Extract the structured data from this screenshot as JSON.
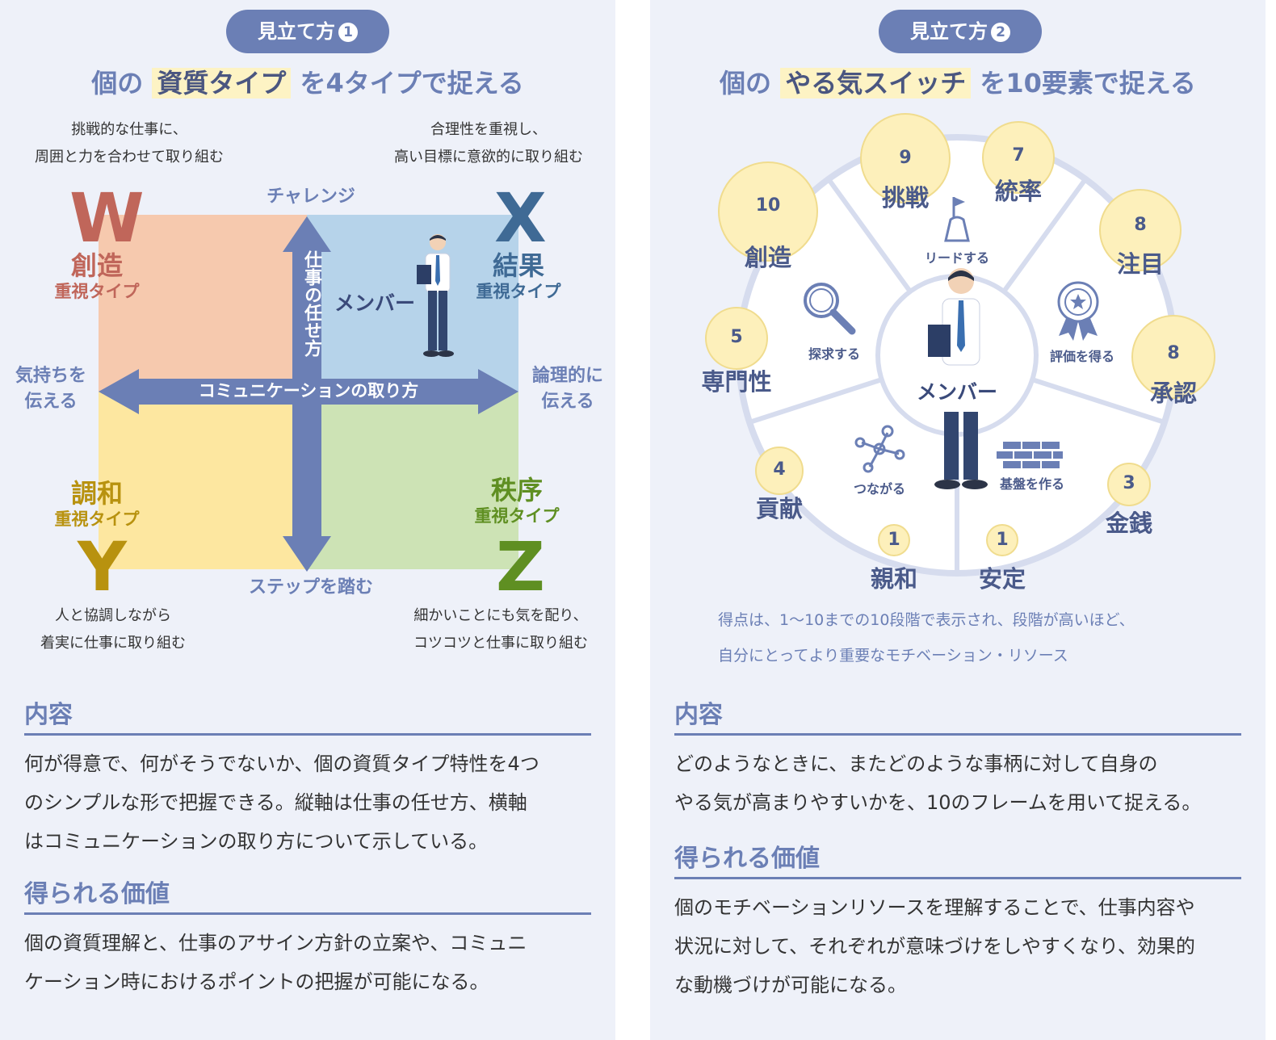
{
  "left": {
    "badge_label": "見立て方",
    "badge_num": "1",
    "headline_pre": "個の",
    "headline_hl": "資質タイプ",
    "headline_post": "を4タイプで捉える",
    "desc_tl_1": "挑戦的な仕事に、",
    "desc_tl_2": "周囲と力を合わせて取り組む",
    "desc_tr_1": "合理性を重視し、",
    "desc_tr_2": "高い目標に意欲的に取り組む",
    "desc_bl_1": "人と協調しながら",
    "desc_bl_2": "着実に仕事に取り組む",
    "desc_br_1": "細かいことにも気を配り、",
    "desc_br_2": "コツコツと仕事に取り組む",
    "axis_top": "チャレンジ",
    "axis_bottom": "ステップを踏む",
    "axis_left_1": "気持ちを",
    "axis_left_2": "伝える",
    "axis_right_1": "論理的に",
    "axis_right_2": "伝える",
    "vertical_axis": "仕事の任せ方",
    "horizontal_axis": "コミュニケーションの取り方",
    "member_label": "メンバー",
    "quadrants": {
      "W": {
        "letter": "W",
        "name": "創造",
        "sub": "重視タイプ"
      },
      "X": {
        "letter": "X",
        "name": "結果",
        "sub": "重視タイプ"
      },
      "Y": {
        "letter": "Y",
        "name": "調和",
        "sub": "重視タイプ"
      },
      "Z": {
        "letter": "Z",
        "name": "秩序",
        "sub": "重視タイプ"
      }
    },
    "colors": {
      "W": "#f6c9ae",
      "X": "#b6d3ea",
      "Y": "#fde7a0",
      "Z": "#cde3b5",
      "W_text": "#c0665a",
      "X_text": "#3f6a95",
      "Y_text": "#b8920f",
      "Z_text": "#5f8f22",
      "arrow": "#6b7fb5"
    },
    "section1_title": "内容",
    "section1_lines": [
      "何が得意で、何がそうでないか、個の資質タイプ特性を4つ",
      "のシンプルな形で把握できる。縦軸は仕事の任せ方、横軸",
      "はコミュニケーションの取り方について示している。"
    ],
    "section2_title": "得られる価値",
    "section2_lines": [
      "個の資質理解と、仕事のアサイン方針の立案や、コミュニ",
      "ケーション時におけるポイントの把握が可能になる。"
    ]
  },
  "right": {
    "badge_label": "見立て方",
    "badge_num": "2",
    "headline_pre": "個の",
    "headline_hl": "やる気スイッチ",
    "headline_post": "を10要素で捉える",
    "member_label": "メンバー",
    "elements": [
      {
        "num": "10",
        "label": "創造"
      },
      {
        "num": "9",
        "label": "挑戦"
      },
      {
        "num": "7",
        "label": "統率"
      },
      {
        "num": "8",
        "label": "注目"
      },
      {
        "num": "8",
        "label": "承認"
      },
      {
        "num": "3",
        "label": "金銭"
      },
      {
        "num": "1",
        "label": "安定"
      },
      {
        "num": "1",
        "label": "親和"
      },
      {
        "num": "4",
        "label": "貢献"
      },
      {
        "num": "5",
        "label": "専門性"
      }
    ],
    "icons": [
      "リードする",
      "評価を得る",
      "基盤を作る",
      "つながる",
      "探求する"
    ],
    "note_1": "得点は、1〜10までの10段階で表示され、段階が高いほど、",
    "note_2": "自分にとってより重要なモチベーション・リソース",
    "section1_title": "内容",
    "section1_lines": [
      "どのようなときに、またどのような事柄に対して自身の",
      "やる気が高まりやすいかを、10のフレームを用いて捉える。"
    ],
    "section2_title": "得られる価値",
    "section2_lines": [
      "個のモチベーションリソースを理解することで、仕事内容や",
      "状況に対して、それぞれが意味づけをしやすくなり、効果的",
      "な動機づけが可能になる。"
    ]
  }
}
